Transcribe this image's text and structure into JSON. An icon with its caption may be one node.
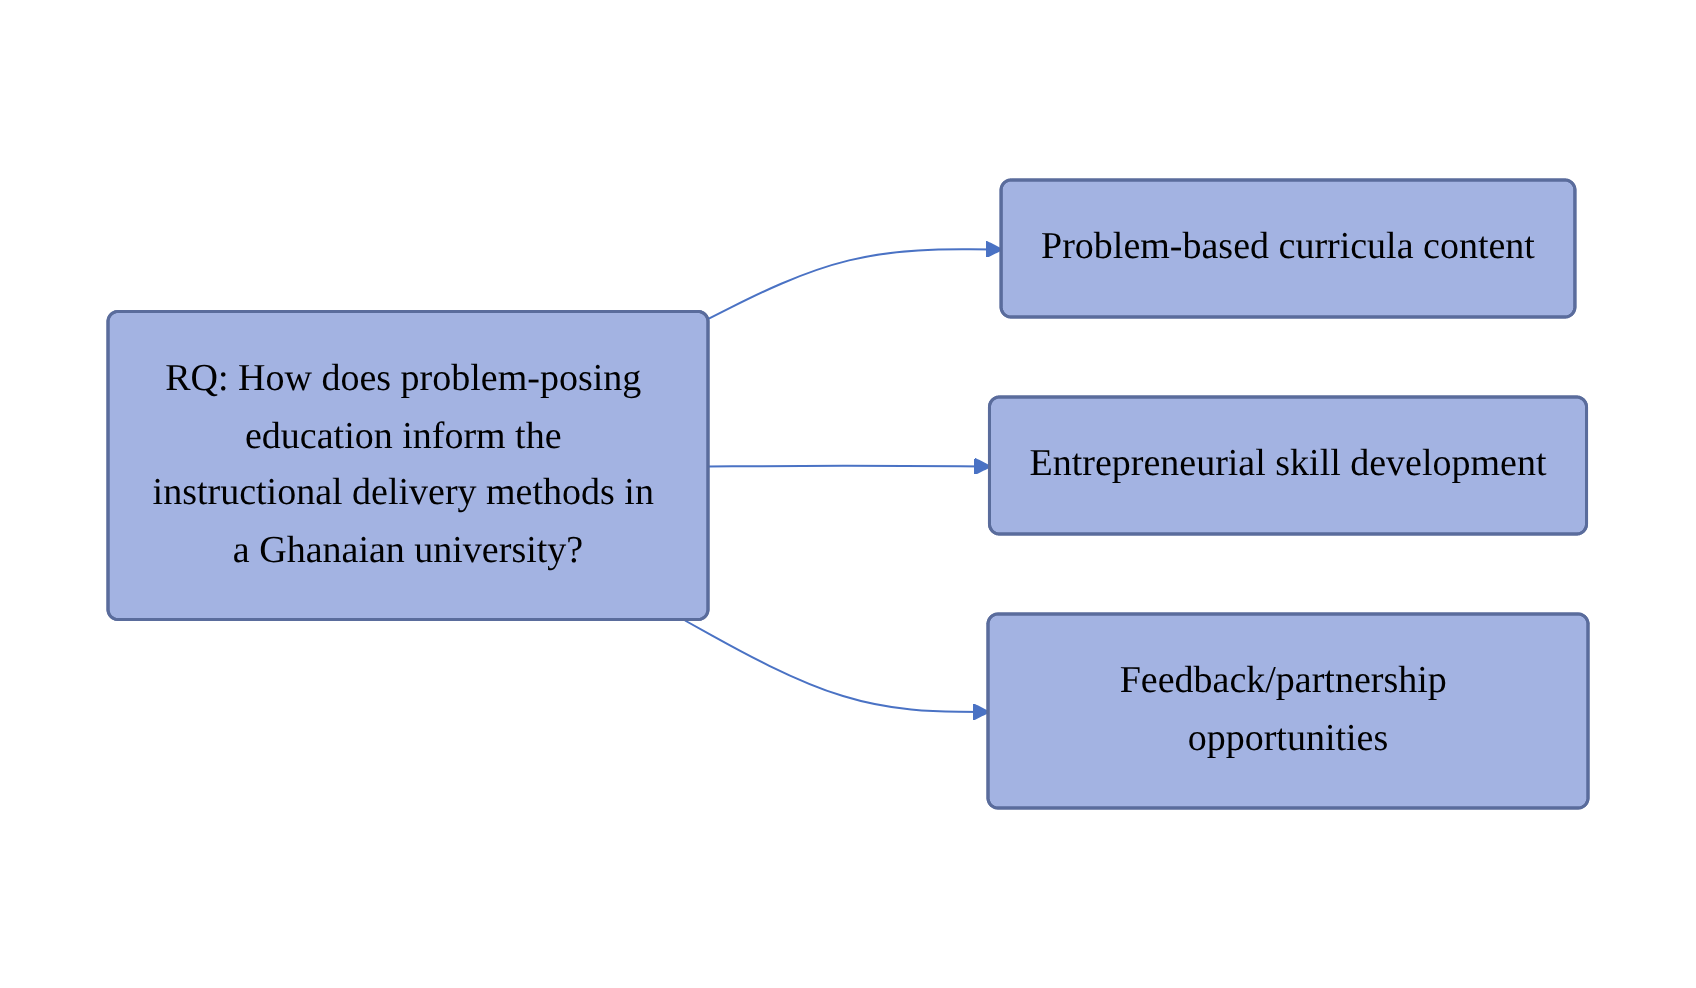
{
  "diagram": {
    "nodes": [
      {
        "text": [
          "RQ: How does problem-posing education inform the instructional delivery methods in a Ghanaian university?"
        ]
      },
      {
        "text": [
          "Problem-based curricula content"
        ]
      },
      {
        "text": [
          "Entrepreneurial skill development"
        ]
      },
      {
        "text": [
          "Feedback/partnership opportunities"
        ]
      }
    ],
    "edges": [
      {
        "from": 0,
        "to": 1,
        "arrow": "to"
      },
      {
        "from": 0,
        "to": 2,
        "arrow": "to"
      },
      {
        "from": 0,
        "to": 3,
        "arrow": "to"
      }
    ]
  }
}
